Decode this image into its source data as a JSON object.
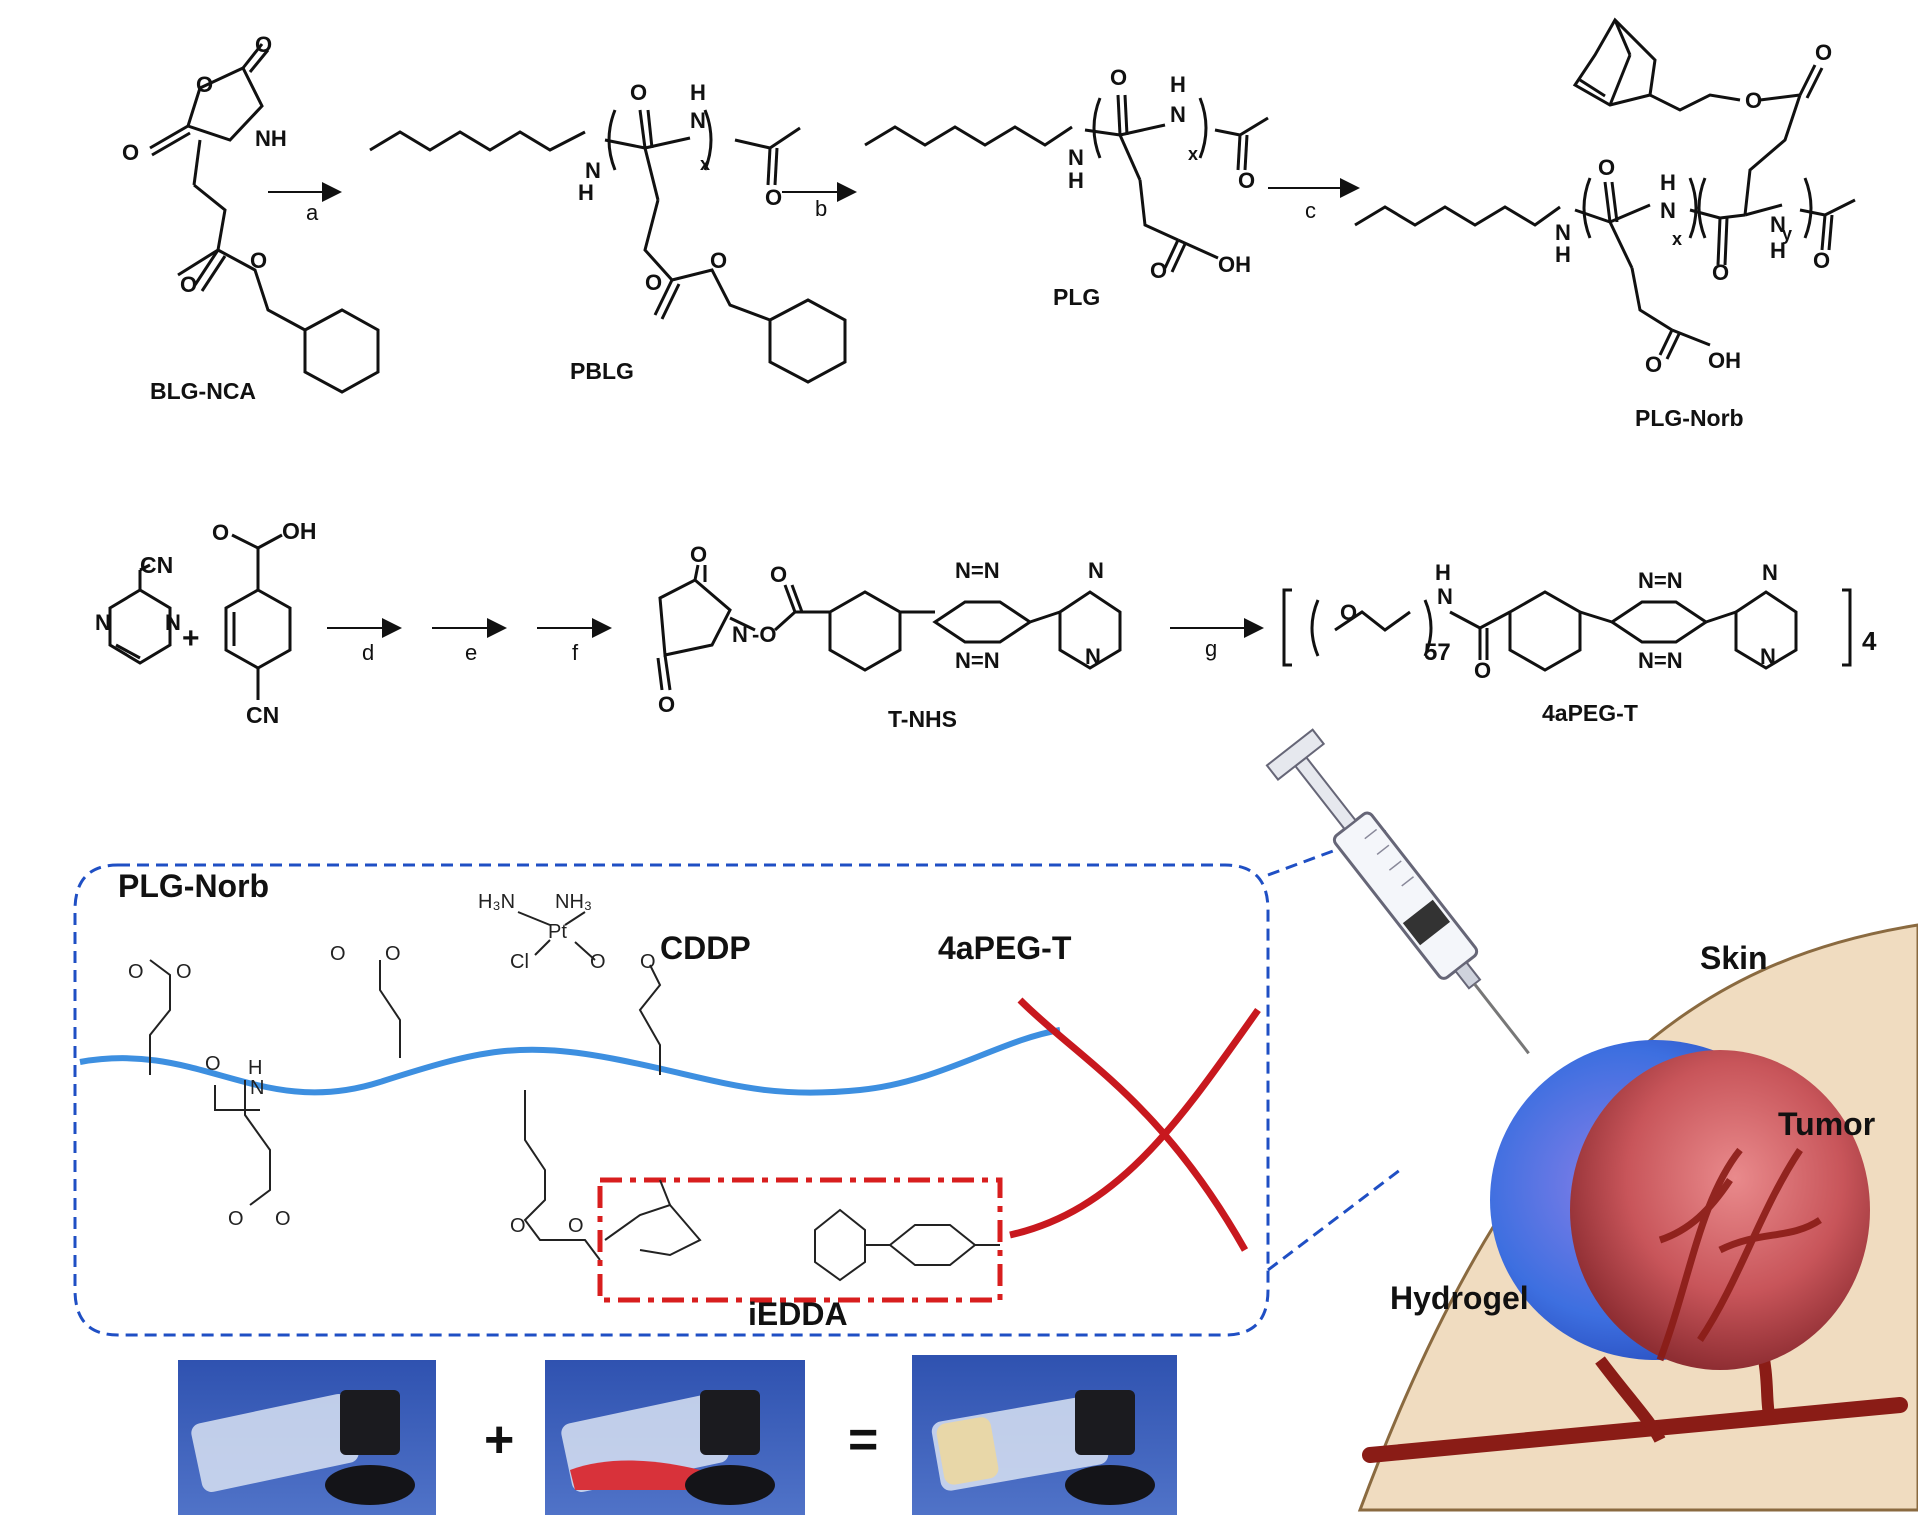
{
  "row1": {
    "compounds": [
      "BLG-NCA",
      "PBLG",
      "PLG",
      "PLG-Norb"
    ],
    "steps": [
      "a",
      "b",
      "c"
    ]
  },
  "row2": {
    "reactants": {
      "a": "CN",
      "b_top": "OH",
      "b_bottom": "CN"
    },
    "compounds": [
      "T-NHS",
      "4aPEG-T"
    ],
    "steps": [
      "d",
      "e",
      "f",
      "g"
    ],
    "peg_repeat": "57",
    "arm_count": "4"
  },
  "row3": {
    "components": [
      "PLG-Norb",
      "CDDP",
      "4aPEG-T"
    ],
    "reaction": "iEDDA",
    "tissue_labels": [
      "Skin",
      "Tumor",
      "Hydrogel"
    ],
    "photo_symbols": [
      "+",
      "="
    ]
  },
  "colors": {
    "dashed_box": "#1f4fc4",
    "polymer_backbone": "#3d8fe0",
    "peg_arms": "#c8181e",
    "iedda_box": "#d81e1e",
    "skin": "#f0dcc0",
    "tumor": "#c8555a",
    "hydrogel": "#3d6fe0",
    "vessel": "#8a1c16",
    "photo_bg": "#2f52b0"
  },
  "icons": [
    "syringe-icon",
    "vial-photo"
  ]
}
